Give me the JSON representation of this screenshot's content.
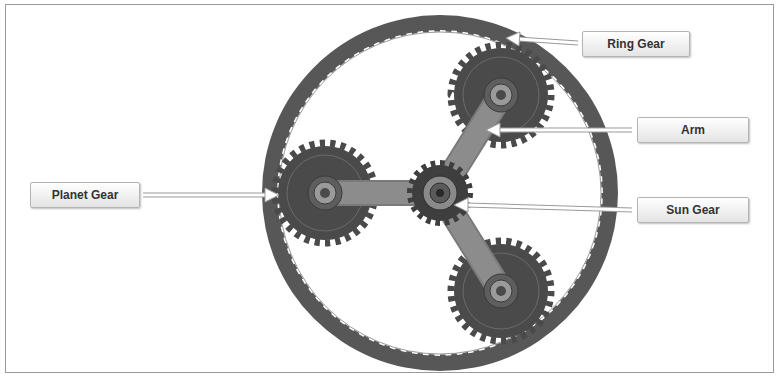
{
  "diagram": {
    "nodes": [
      {
        "text": [
          "Ring Gear"
        ]
      },
      {
        "text": [
          "Arm"
        ]
      },
      {
        "text": [
          "Planet Gear"
        ]
      },
      {
        "text": [
          "Sun Gear"
        ]
      }
    ]
  }
}
